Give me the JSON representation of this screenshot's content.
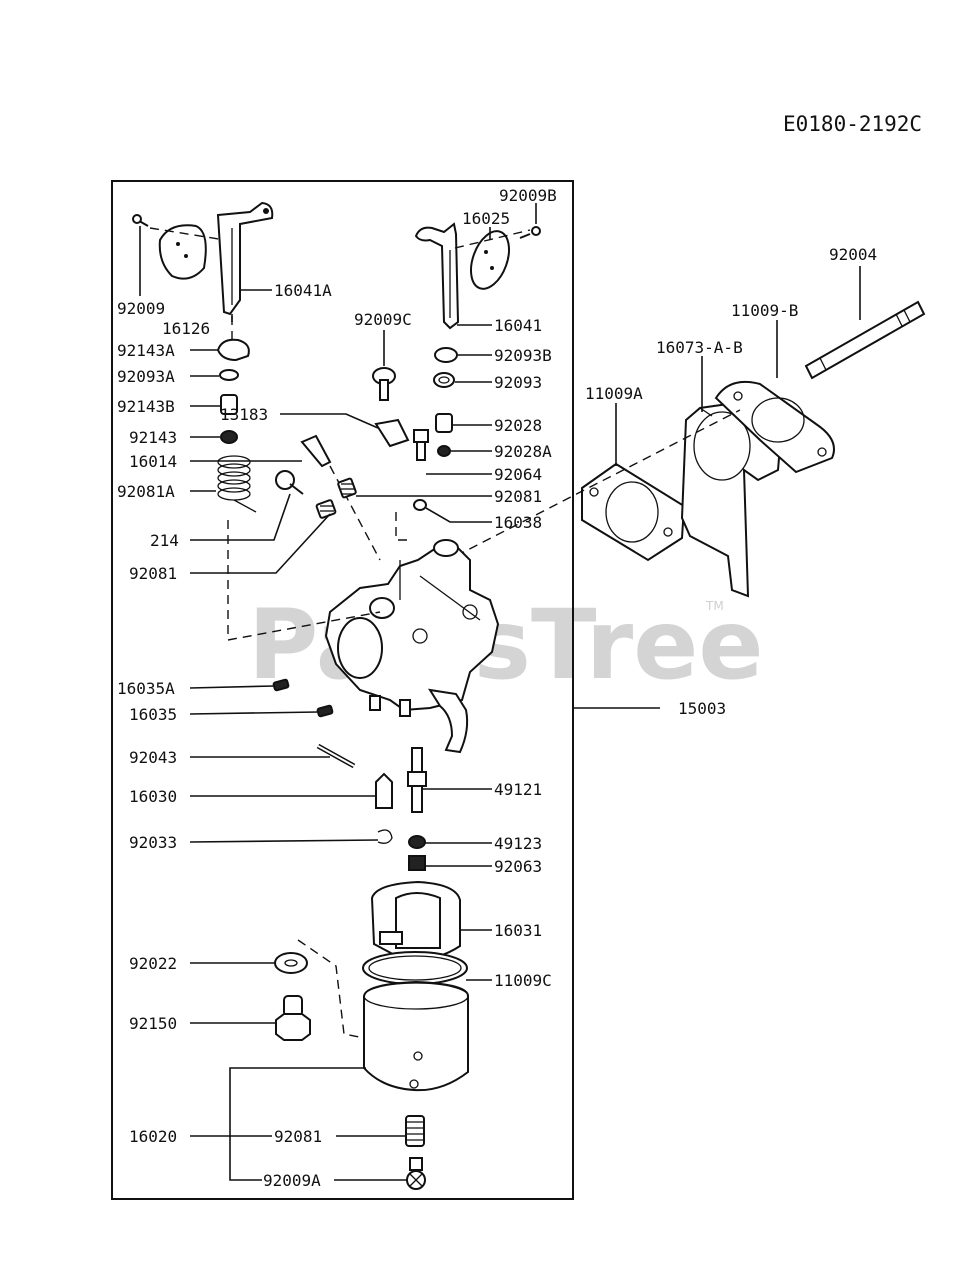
{
  "diagram_code": "E0180-2192C",
  "watermark": {
    "text": "PartsTree",
    "tm": "TM"
  },
  "part_numbers": {
    "p92009B": "92009B",
    "p16025": "16025",
    "p92004": "92004",
    "p92009": "92009",
    "p16041A": "16041A",
    "p16126": "16126",
    "p92009C": "92009C",
    "p16041": "16041",
    "p11009B": "11009-B",
    "p16073AB": "16073-A-B",
    "p92143A": "92143A",
    "p92093B": "92093B",
    "p92093A": "92093A",
    "p92093": "92093",
    "p11009A": "11009A",
    "p92143B": "92143B",
    "p13183": "13183",
    "p92028": "92028",
    "p92143": "92143",
    "p92028A": "92028A",
    "p16014": "16014",
    "p92064": "92064",
    "p92081A": "92081A",
    "p92081_top": "92081",
    "p16038": "16038",
    "p214": "214",
    "p92081_left": "92081",
    "p16035A": "16035A",
    "p16035": "16035",
    "p15003": "15003",
    "p92043": "92043",
    "p16030": "16030",
    "p49121": "49121",
    "p92033": "92033",
    "p49123": "49123",
    "p92063": "92063",
    "p16031": "16031",
    "p92022": "92022",
    "p11009C": "11009C",
    "p92150": "92150",
    "p16020": "16020",
    "p92081_bottom": "92081",
    "p92009A": "92009A"
  }
}
